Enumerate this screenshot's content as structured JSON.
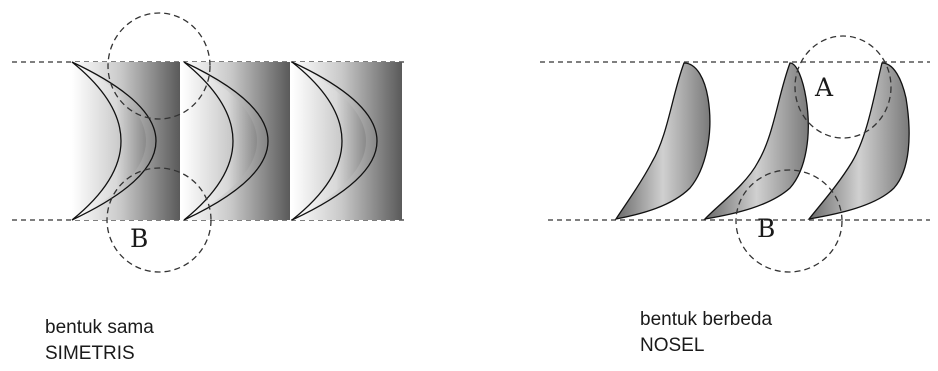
{
  "left": {
    "caption_line1": "bentuk sama",
    "caption_line2": "SIMETRIS",
    "label_b": "B"
  },
  "right": {
    "caption_line1": "bentuk berbeda",
    "caption_line2": "NOSEL",
    "label_a": "A",
    "label_b": "B"
  }
}
